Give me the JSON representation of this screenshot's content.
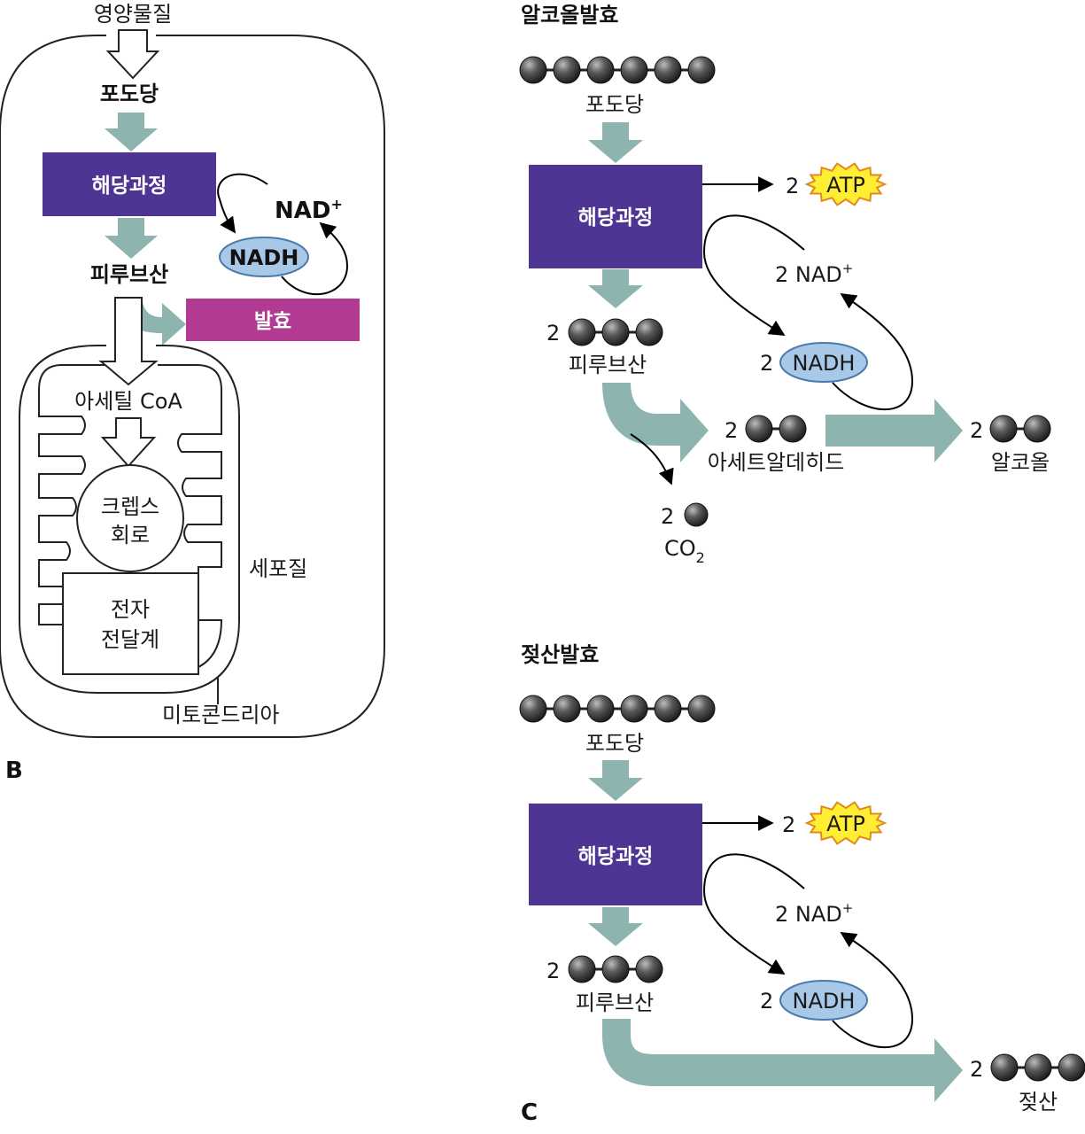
{
  "colors": {
    "glycolysis_box": "#4e3594",
    "fermentation_box": "#b23a92",
    "flow_arrow": "#8db4ae",
    "nadh_oval": "#a8c8e8",
    "atp_burst": "#ffee33",
    "molecule": "#4a4a4a"
  },
  "panel_b": {
    "nutrient": "영양물질",
    "glucose": "포도당",
    "glycolysis": "해당과정",
    "nad": "NAD",
    "nad_sup": "+",
    "nadh": "NADH",
    "pyruvate": "피루브산",
    "fermentation": "발효",
    "acetyl_coa": "아세틸 CoA",
    "krebs_line1": "크렙스",
    "krebs_line2": "회로",
    "etc_line1": "전자",
    "etc_line2": "전달계",
    "cytoplasm": "세포질",
    "mitochondria": "미토콘드리아",
    "panel_letter": "B"
  },
  "alcohol": {
    "title": "알코올발효",
    "glucose": "포도당",
    "glycolysis": "해당과정",
    "atp_count": "2",
    "atp": "ATP",
    "nad": "2 NAD",
    "nad_sup": "+",
    "nadh_count": "2",
    "nadh": "NADH",
    "pyruvate_count": "2",
    "pyruvate": "피루브산",
    "acetaldehyde_count": "2",
    "acetaldehyde": "아세트알데히드",
    "co2_count": "2",
    "co2": "CO",
    "co2_sub": "2",
    "alcohol_count": "2",
    "alcohol": "알코올"
  },
  "lactic": {
    "title": "젖산발효",
    "glucose": "포도당",
    "glycolysis": "해당과정",
    "atp_count": "2",
    "atp": "ATP",
    "nad": "2 NAD",
    "nad_sup": "+",
    "nadh_count": "2",
    "nadh": "NADH",
    "pyruvate_count": "2",
    "pyruvate": "피루브산",
    "lactate_count": "2",
    "lactate": "젖산",
    "panel_letter": "C"
  }
}
